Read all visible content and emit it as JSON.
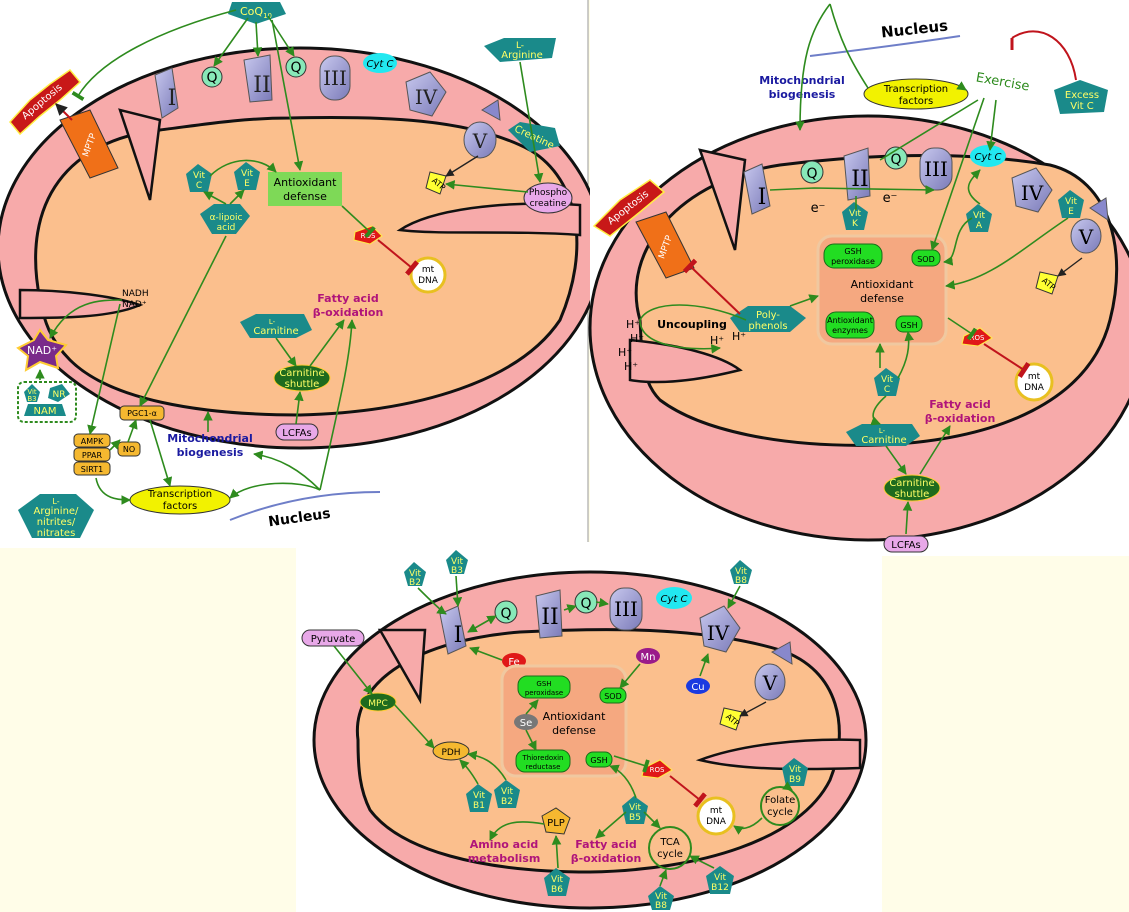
{
  "panel_a": {
    "coq10": "CoQ",
    "coq10_sub": "10",
    "complex_1": "I",
    "complex_2": "II",
    "complex_3": "III",
    "complex_4": "IV",
    "complex_5": "V",
    "q1": "Q",
    "q2": "Q",
    "cytc": "Cyt C",
    "l_arginine": [
      "L-",
      "Arginine"
    ],
    "creatine": "Creatine",
    "phosphocreatine": [
      "Phospho",
      "creatine"
    ],
    "atp": "ATP",
    "apoptosis": "Apoptosis",
    "mptp": "MPTP",
    "vit_c": [
      "Vit",
      "C"
    ],
    "vit_e": [
      "Vit",
      "E"
    ],
    "alpha_lipoic": [
      "α-lipoic",
      "acid"
    ],
    "antioxidant_defense": [
      "Antioxidant",
      "defense"
    ],
    "ros": "ROS",
    "mtdna": [
      "mt",
      "DNA"
    ],
    "nadh": "NADH",
    "nad_plus_small": "NAD⁺",
    "nad_plus": "NAD⁺",
    "vit_b3": [
      "Vit",
      "B3"
    ],
    "nr": "NR",
    "nam": "NAM",
    "fatty_acid": [
      "Fatty acid",
      "β-oxidation"
    ],
    "l_carnitine": [
      "L-",
      "Carnitine"
    ],
    "carnitine_shuttle": [
      "Carnitine",
      "shuttle"
    ],
    "lcfas": "LCFAs",
    "pgc1a": "PGC1-α",
    "ampk": "AMPK",
    "ppar": "PPAR",
    "sirt1": "SIRT1",
    "no": "NO",
    "mito_biogenesis": [
      "Mitochondrial",
      "biogenesis"
    ],
    "transcription_factors": [
      "Transcription",
      "factors"
    ],
    "nucleus": "Nucleus",
    "l_arginine_nitrates": [
      "L-",
      "Arginine/",
      "nitrites/",
      "nitrates"
    ]
  },
  "panel_b": {
    "nucleus": "Nucleus",
    "mito_biogenesis": [
      "Mitochondrial",
      "biogenesis"
    ],
    "transcription_factors": [
      "Transcription",
      "factors"
    ],
    "exercise": "Exercise",
    "excess_vitc": [
      "Excess",
      "Vit C"
    ],
    "complex_1": "I",
    "complex_2": "II",
    "complex_3": "III",
    "complex_4": "IV",
    "complex_5": "V",
    "q1": "Q",
    "q2": "Q",
    "cytc": "Cyt C",
    "e1": "e⁻",
    "e2": "e⁻",
    "vit_k": [
      "Vit",
      "K"
    ],
    "vit_a": [
      "Vit",
      "A"
    ],
    "vit_e": [
      "Vit",
      "E"
    ],
    "atp": "ATP",
    "apoptosis": "Apoptosis",
    "mptp": "MPTP",
    "gsh_peroxidase": [
      "GSH",
      "peroxidase"
    ],
    "sod": "SOD",
    "antioxidant_defense": [
      "Antioxidant",
      "defense"
    ],
    "antioxidant_enzymes": [
      "Antioxidant",
      "enzymes"
    ],
    "gsh": "GSH",
    "ros": "ROS",
    "mtdna": [
      "mt",
      "DNA"
    ],
    "polyphenols": [
      "Poly-",
      "phenols"
    ],
    "uncoupling": "Uncoupling",
    "hplus": "H⁺",
    "vit_c": [
      "Vit",
      "C"
    ],
    "l_carnitine": [
      "L-",
      "Carnitine"
    ],
    "fatty_acid": [
      "Fatty acid",
      "β-oxidation"
    ],
    "carnitine_shuttle": [
      "Carnitine",
      "shuttle"
    ],
    "lcfas": "LCFAs"
  },
  "panel_c": {
    "vit_b2_top": [
      "Vit",
      "B2"
    ],
    "vit_b3_top": [
      "Vit",
      "B3"
    ],
    "vit_b8_top": [
      "Vit",
      "B8"
    ],
    "complex_1": "I",
    "complex_2": "II",
    "complex_3": "III",
    "complex_4": "IV",
    "complex_5": "V",
    "q1": "Q",
    "q2": "Q",
    "cytc": "Cyt C",
    "fe": "Fe",
    "mn": "Mn",
    "cu": "Cu",
    "atp": "ATP",
    "pyruvate": "Pyruvate",
    "mpc": "MPC",
    "pdh": "PDH",
    "gsh_peroxidase": [
      "GSH",
      "peroxidase"
    ],
    "sod": "SOD",
    "se": "Se",
    "antioxidant_defense": [
      "Antioxidant",
      "defense"
    ],
    "thioredoxin": [
      "Thioredoxin",
      "reductase"
    ],
    "gsh": "GSH",
    "ros": "ROS",
    "mtdna": [
      "mt",
      "DNA"
    ],
    "vit_b9": [
      "Vit",
      "B9"
    ],
    "folate": [
      "Folate",
      "cycle"
    ],
    "vit_b1": [
      "Vit",
      "B1"
    ],
    "vit_b2": [
      "Vit",
      "B2"
    ],
    "vit_b5": [
      "Vit",
      "B5"
    ],
    "plp": "PLP",
    "amino_acid": [
      "Amino acid",
      "metabolism"
    ],
    "fatty_acid": [
      "Fatty acid",
      "β-oxidation"
    ],
    "tca": [
      "TCA",
      "cycle"
    ],
    "vit_b6": [
      "Vit",
      "B6"
    ],
    "vit_b8": [
      "Vit",
      "B8"
    ],
    "vit_b12": [
      "Vit",
      "B12"
    ]
  }
}
